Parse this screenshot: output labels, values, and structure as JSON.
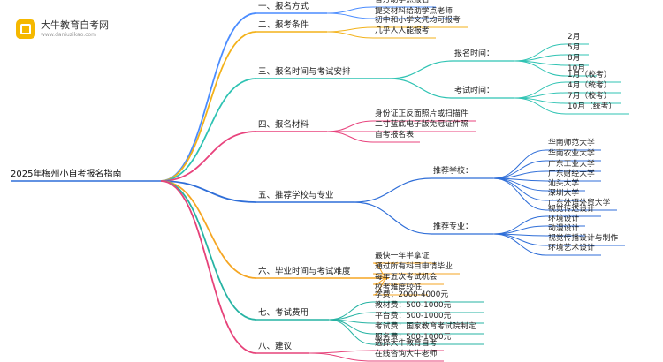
{
  "brand": {
    "name": "大牛教育自考网",
    "url": "www.daniuzikao.com"
  },
  "root": "2025年梅州小自考报名指南",
  "sections": [
    {
      "label": "一、报名方式",
      "color": "#4a8cff",
      "leaves": [
        "官方助学点报名",
        "提交材料给助学点老师"
      ]
    },
    {
      "label": "二、报考条件",
      "color": "#f3b21a",
      "leaves": [
        "初中和小学文凭均可报考",
        "几乎人人能报考"
      ]
    },
    {
      "label": "三、报名时间与考试安排",
      "color": "#2fc3b3",
      "groups": [
        {
          "label": "报名时间：",
          "leaves": [
            "2月",
            "5月",
            "8月",
            "10月"
          ]
        },
        {
          "label": "考试时间：",
          "leaves": [
            "1月（校考）",
            "4月（统考）",
            "7月（校考）",
            "10月（统考）"
          ]
        }
      ]
    },
    {
      "label": "四、报名材料",
      "color": "#e8437d",
      "leaves": [
        "身份证正反面照片或扫描件",
        "二寸蓝底电子版免冠证件照",
        "自考报名表"
      ]
    },
    {
      "label": "五、推荐学校与专业",
      "color": "#2f6ed8",
      "groups": [
        {
          "label": "推荐学校：",
          "leaves": [
            "华南师范大学",
            "华南农业大学",
            "广东工业大学",
            "广东财经大学",
            "汕头大学",
            "深圳大学",
            "广东外语外贸大学"
          ]
        },
        {
          "label": "推荐专业：",
          "leaves": [
            "视觉传达设计",
            "环境设计",
            "动漫设计",
            "视觉传播设计与制作",
            "环境艺术设计"
          ]
        }
      ]
    },
    {
      "label": "六、毕业时间与考试难度",
      "color": "#f5a623",
      "leaves": [
        "最快一年半拿证",
        "通过所有科目申请毕业",
        "每年五次考试机会",
        "校考难度较低"
      ]
    },
    {
      "label": "七、考试费用",
      "color": "#26b3a3",
      "leaves": [
        "学费：2000-4000元",
        "教材费：500-1000元",
        "平台费：500-1000元",
        "考试费：国家教育考试院制定",
        "服务费：500-1000元"
      ]
    },
    {
      "label": "八、建议",
      "color": "#e6437a",
      "leaves": [
        "选择大牛教育自考",
        "在线咨询大牛老师"
      ]
    }
  ]
}
